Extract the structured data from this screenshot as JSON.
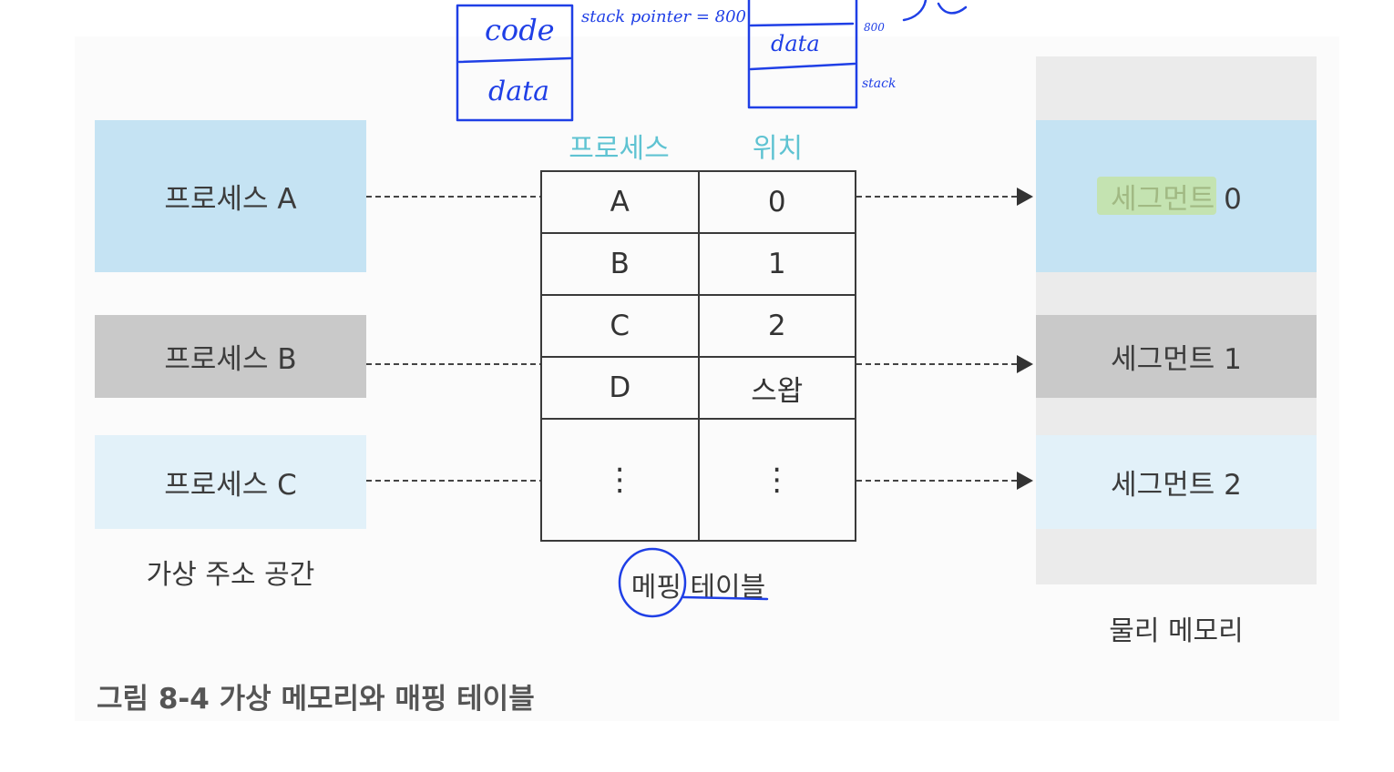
{
  "diagram": {
    "processes": [
      {
        "label": "프로세스 A",
        "color": "#c5e3f3"
      },
      {
        "label": "프로세스 B",
        "color": "#c9c9c9"
      },
      {
        "label": "프로세스 C",
        "color": "#e2f1f9"
      }
    ],
    "virtual_space_label": "가상 주소 공간",
    "table": {
      "headers": [
        "프로세스",
        "위치"
      ],
      "header_color": "#5fc3d2",
      "rows": [
        [
          "A",
          "0"
        ],
        [
          "B",
          "1"
        ],
        [
          "C",
          "2"
        ],
        [
          "D",
          "스왑"
        ],
        [
          "⋮",
          "⋮"
        ]
      ],
      "label": "메핑 테이블"
    },
    "physical_memory": {
      "label": "물리 메모리",
      "background_color": "#ebebeb",
      "segments": [
        {
          "label": "세그먼트 0",
          "color": "#c5e3f3",
          "highlight_color": "#c3e39b"
        },
        {
          "label": "세그먼트 1",
          "color": "#c9c9c9"
        },
        {
          "label": "세그먼트 2",
          "color": "#e2f1f9"
        }
      ]
    },
    "caption": "그림 8-4  가상 메모리와 매핑 테이블"
  },
  "handwriting": {
    "ink_color": "#1f3fe6",
    "notes": [
      "code",
      "data",
      "stack pointer = 800",
      "data",
      "800",
      "stack",
      "segment"
    ]
  }
}
